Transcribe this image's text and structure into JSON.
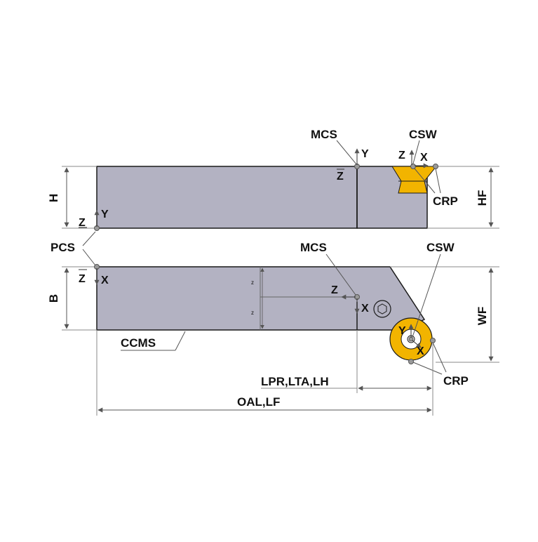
{
  "colors": {
    "body": "#b3b2c2",
    "insert": "#f2b400",
    "outline": "#1a1a1a",
    "dim": "#888888",
    "point": "#9a9a9a"
  },
  "side_view": {
    "dim_left": "H",
    "dim_right": "HF",
    "mcs": "MCS",
    "csw": "CSW",
    "crp": "CRP",
    "mcs_axis_y": "Y",
    "mcs_axis_z": "Z",
    "csw_axis_z": "Z",
    "csw_axis_x": "X",
    "pcs_axis_z": "Z",
    "pcs_axis_y": "Y"
  },
  "top_view": {
    "pcs": "PCS",
    "dim_left": "B",
    "dim_right": "WF",
    "mcs": "MCS",
    "csw": "CSW",
    "crp": "CRP",
    "ccms": "CCMS",
    "pcs_axis_z": "Z",
    "pcs_axis_x": "X",
    "mcs_axis_z": "Z",
    "mcs_axis_x": "X",
    "csw_axis_y": "Y",
    "csw_axis_x": "X",
    "small_mark_1": "z",
    "small_mark_2": "z"
  },
  "dimensions": {
    "lpr": "LPR,LTA,LH",
    "oal": "OAL,LF"
  }
}
